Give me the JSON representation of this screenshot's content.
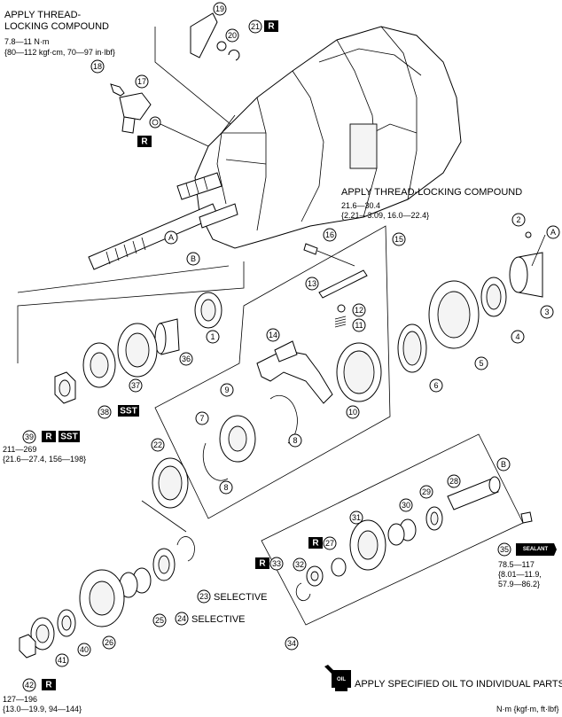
{
  "notes": {
    "top_left_title_1": "APPLY THREAD-",
    "top_left_title_2": "LOCKING COMPOUND",
    "top_left_torque_1": "7.8—11 N·m",
    "top_left_torque_2": "{80—112 kgf·cm, 70—97 in·lbf}",
    "mid_title": "APPLY THREAD-LOCKING COMPOUND",
    "mid_torque_1": "21.6—30.4",
    "mid_torque_2": "{2.21—3.09, 16.0—22.4}",
    "left_torque_1": "211—269",
    "left_torque_2": "{21.6—27.4, 156—198}",
    "right_torque_1": "78.5—117",
    "right_torque_2": "{8.01—11.9,",
    "right_torque_3": "57.9—86.2}",
    "bottom_torque_1": "127—196",
    "bottom_torque_2": "{13.0—19.9, 94—144}",
    "oil_note": "APPLY SPECIFIED OIL TO INDIVIDUAL PARTS",
    "units": "N·m {kgf·m, ft·lbf}",
    "selective_23": "SELECTIVE",
    "selective_24": "SELECTIVE",
    "sealant": "SEALANT",
    "oil_icon_label": "OIL"
  },
  "badges": {
    "r": "R",
    "sst": "SST"
  },
  "callouts": {
    "c1": "1",
    "c2": "2",
    "c3": "3",
    "c4": "4",
    "c5": "5",
    "c6": "6",
    "c7": "7",
    "c8a": "8",
    "c8b": "8",
    "c9": "9",
    "c10": "10",
    "c11": "11",
    "c12": "12",
    "c13": "13",
    "c14": "14",
    "c15": "15",
    "c16": "16",
    "c17": "17",
    "c18": "18",
    "c19": "19",
    "c20": "20",
    "c21": "21",
    "c22": "22",
    "c23": "23",
    "c24": "24",
    "c25": "25",
    "c26": "26",
    "c27": "27",
    "c28": "28",
    "c29": "29",
    "c30": "30",
    "c31": "31",
    "c32": "32",
    "c33": "33",
    "c34": "34",
    "c35": "35",
    "c36": "36",
    "c37": "37",
    "c38": "38",
    "c39": "39",
    "c40": "40",
    "c41": "41",
    "c42": "42",
    "cA1": "A",
    "cA2": "A",
    "cB1": "B",
    "cB2": "B"
  }
}
